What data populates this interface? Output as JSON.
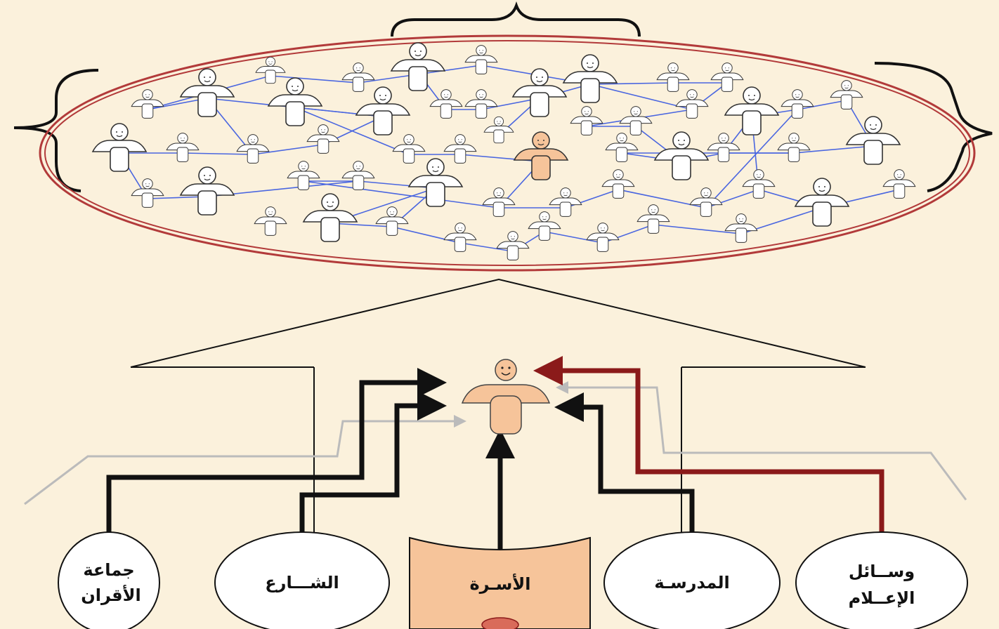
{
  "colors": {
    "background": "#fbf1dc",
    "ellipse_border": "#b23a3a",
    "network_line": "#4a66e0",
    "person_fill": "#ffffff",
    "child_fill": "#f6c49a",
    "family_fill": "#f6c49a",
    "strong_arrow": "#111111",
    "media_arrow": "#8b1a1a",
    "weak_arrow": "#bbbbbb"
  },
  "agents": [
    {
      "id": "peers",
      "label_lines": [
        "جماعة",
        "الأقران"
      ]
    },
    {
      "id": "street",
      "label_lines": [
        "الشـــارع"
      ]
    },
    {
      "id": "family",
      "label_lines": [
        "الأسـرة"
      ]
    },
    {
      "id": "school",
      "label_lines": [
        "المدرسـة"
      ]
    },
    {
      "id": "media",
      "label_lines": [
        "وســائل",
        "الإعــلام"
      ]
    }
  ]
}
